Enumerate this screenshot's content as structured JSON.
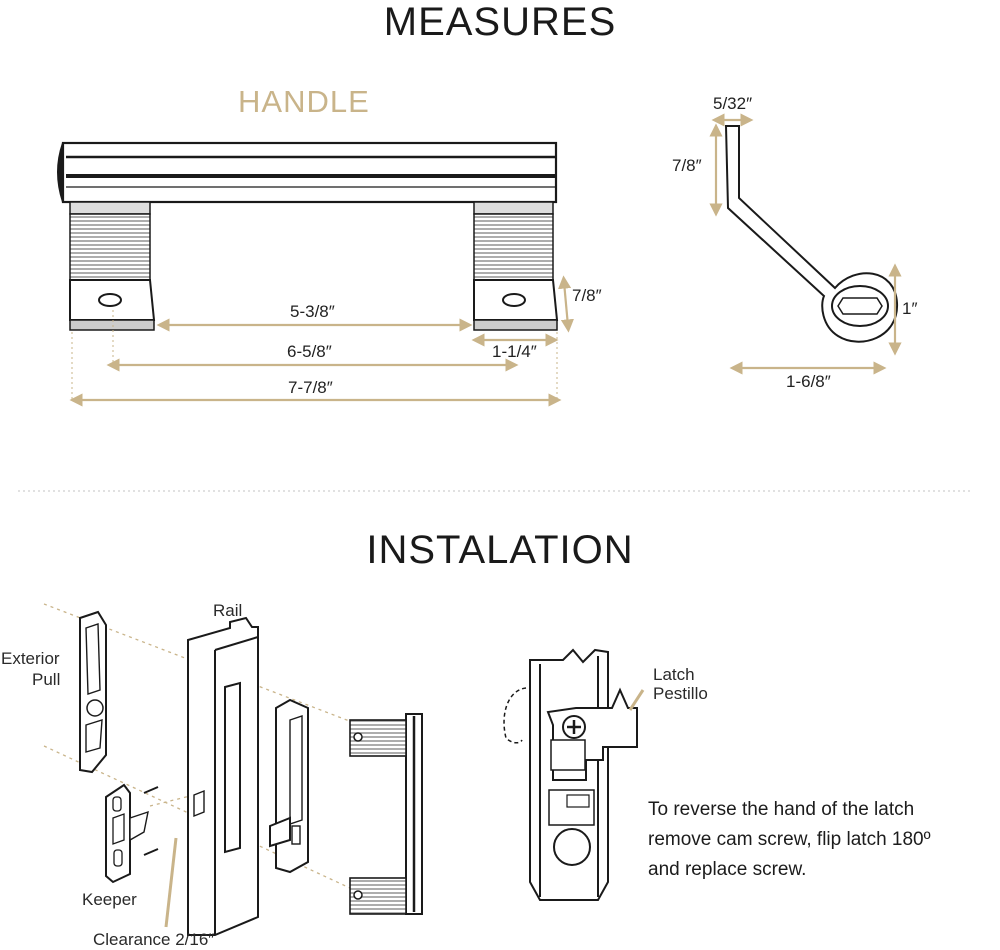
{
  "sections": {
    "measures_title": "MEASURES",
    "installation_title": "INSTALATION"
  },
  "handle": {
    "title": "HANDLE",
    "dims": {
      "inner_span": "5-3/8″",
      "hole_span": "6-5/8″",
      "overall": "7-7/8″",
      "foot_height": "7/8″",
      "foot_width": "1-1/4″"
    }
  },
  "latch": {
    "dims": {
      "thickness": "5/32″",
      "top_height": "7/8″",
      "ring_height": "1″",
      "length": "1-6/8″"
    }
  },
  "installation": {
    "labels": {
      "rail": "Rail",
      "exterior_pull_1": "Exterior",
      "exterior_pull_2": "Pull",
      "keeper": "Keeper",
      "clearance": "Clearance 2/16″",
      "latch_1": "Latch",
      "latch_2": "Pestillo"
    },
    "note_lines": [
      "To reverse the hand of the latch",
      "remove cam screw, flip latch 180º",
      "and replace screw."
    ]
  },
  "colors": {
    "accent_gold": "#c9b48a",
    "line_dark": "#1a1a1a",
    "divider": "#cccccc"
  }
}
